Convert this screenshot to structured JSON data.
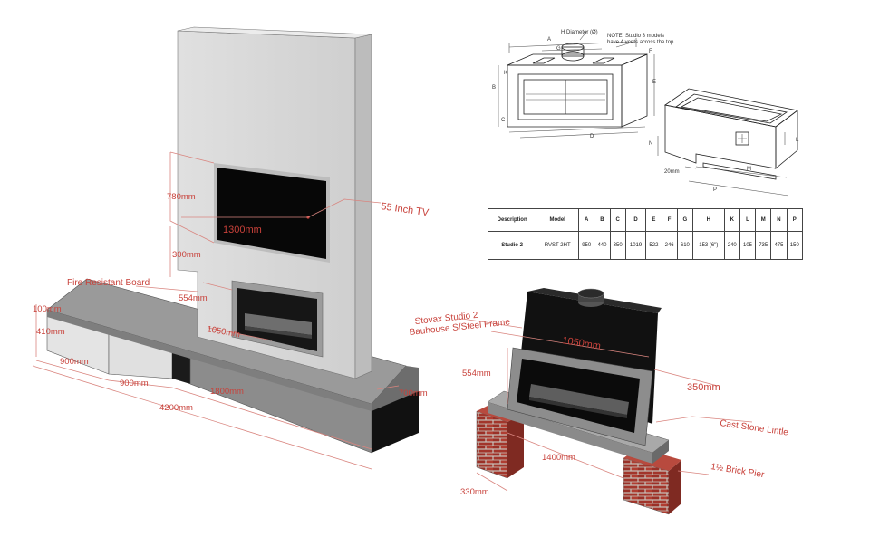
{
  "left_labels": {
    "tv_height": "780mm",
    "tv_width": "1300mm",
    "tv": "55 Inch TV",
    "gap": "300mm",
    "board": "Fire Resistant Board",
    "fire_height": "554mm",
    "fire_width": "1050mm",
    "bench_top": "100mm",
    "bench_height": "410mm",
    "seg1": "900mm",
    "seg2": "900mm",
    "seg3": "1800mm",
    "total": "4200mm",
    "depth": "700mm"
  },
  "right_labels": {
    "model_line1": "Stovax Studio 2",
    "model_line2": "Bauhouse S/Steel Frame",
    "width": "1050mm",
    "height": "554mm",
    "depth": "350mm",
    "lintel": "Cast Stone Lintle",
    "span": "1400mm",
    "pier": "1½ Brick Pier",
    "pier_width": "330mm"
  },
  "schematic": {
    "h_diameter": "H Diameter (Ø)",
    "note_line1": "NOTE: Studio 3 models",
    "note_line2": "have 4 vents across the top",
    "letters": [
      "A",
      "G",
      "F",
      "K",
      "B",
      "E",
      "C",
      "D",
      "N",
      "L",
      "M",
      "P"
    ],
    "dim_20": "20mm"
  },
  "spec_table": {
    "headers": [
      "Description",
      "Model",
      "A",
      "B",
      "C",
      "D",
      "E",
      "F",
      "G",
      "H",
      "K",
      "L",
      "M",
      "N",
      "P"
    ],
    "rows": [
      [
        "Studio 2",
        "RVST-2HT",
        "950",
        "440",
        "350",
        "1019",
        "522",
        "246",
        "610",
        "153 (6\")",
        "240",
        "105",
        "735",
        "475",
        "150"
      ]
    ]
  },
  "colors": {
    "dimension_red": "#c8413a",
    "wall_grey": "#d6d6d6",
    "board_grey": "#8f8f8f",
    "stove_black": "#141414",
    "brick_red": "#a2352b"
  }
}
